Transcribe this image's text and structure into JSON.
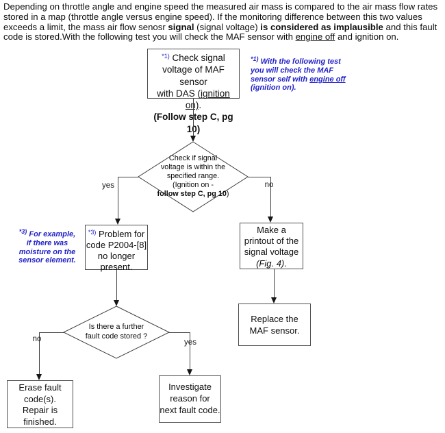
{
  "colors": {
    "accent_blue": "#2222c8",
    "line": "#3f3f3f",
    "box_border": "#4d4d4d"
  },
  "intro": {
    "part1": "Depending on throttle angle and engine speed the measured air mass is compared to the air mass flow rates stored in a map (throttle angle versus engine speed). If the monitoring difference between this two values exceeds a limit, the mass air flow senosr ",
    "bold1": "signal",
    "part2": " (signal voltage) ",
    "bold2": "is considered as implausible",
    "part3": " and this fault code is stored.With the following test you will check the  MAF sensor with ",
    "underlined": "engine off",
    "part4": " and ignition on."
  },
  "box_check_signal": {
    "ref": "*1)",
    "line1": " Check signal",
    "line2": "voltage of  MAF sensor",
    "line3a": "with DAS  (",
    "line3b_underlined": "ignition on)",
    "line3c": ".",
    "line4_bold": "(Follow step C, pg 10)"
  },
  "note1": {
    "ref": "*1)",
    "line1": " With the following test",
    "line2": "you will check the  MAF",
    "line3a": "sensor self  with ",
    "line3b_underlined": "engine off",
    "line4": "(ignition on)."
  },
  "decision_signal_range": {
    "line1": "Check if signal",
    "line2": "voltage is within the",
    "line3": "specified range.",
    "line4": "(Ignition on -",
    "line5_bold": "follow step C, pg 10",
    "line5_end": ")"
  },
  "labels": {
    "yes1": "yes",
    "no1": "no",
    "no2": "no",
    "yes2": "yes"
  },
  "box_problem": {
    "ref": "*3)",
    "line1": " Problem for",
    "line2": "code P2004-[8]",
    "line3": "no longer",
    "line4": "present."
  },
  "note3": {
    "ref": "*3)",
    "line1": " For example,",
    "line2": "if there was",
    "line3": "moisture on the",
    "line4": "sensor element."
  },
  "box_printout": {
    "line1": "Make a",
    "line2": "printout of the",
    "line3": "signal voltage",
    "line4_italic": "(Fig. 4)",
    "line4_end": "."
  },
  "box_replace": {
    "line1": "Replace the",
    "line2": "MAF sensor."
  },
  "decision_further_fault": {
    "line1": "Is there a further",
    "line2": "fault code stored ?"
  },
  "box_erase": {
    "line1": "Erase fault",
    "line2": "code(s).",
    "line3": "Repair is",
    "line4": "finished."
  },
  "box_investigate": {
    "line1": "Investigate",
    "line2": "reason for",
    "line3": "next fault code."
  }
}
